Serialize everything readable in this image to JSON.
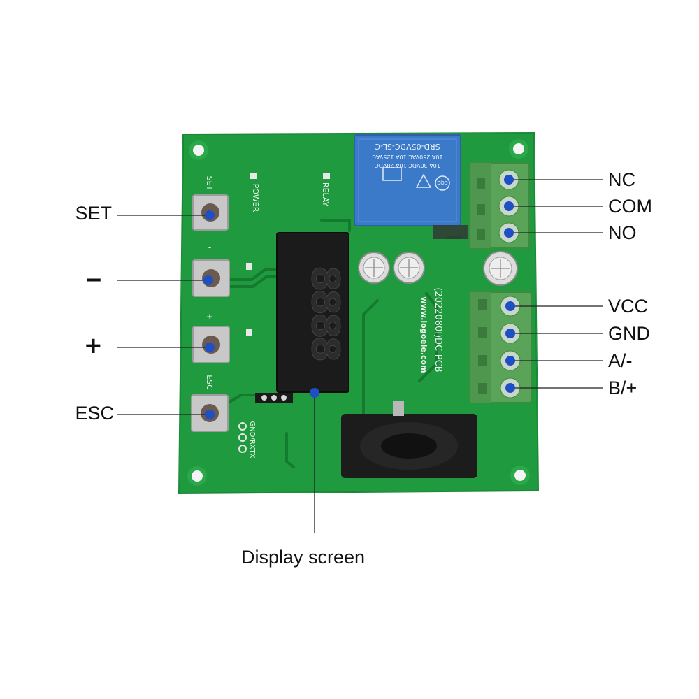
{
  "colors": {
    "pcb_green": "#1f9a3f",
    "pcb_dark": "#157a2f",
    "marker_blue": "#1e4fc4",
    "relay_blue": "#3b79c9",
    "terminal_green": "#5aa45a",
    "display_bg": "#1b1b1b",
    "segment_off": "#2c2c2c"
  },
  "callouts": {
    "left": {
      "set": "SET",
      "minus": "–",
      "plus": "+",
      "esc": "ESC"
    },
    "right": {
      "nc": "NC",
      "com": "COM",
      "no": "NO",
      "vcc": "VCC",
      "gnd": "GND",
      "a_minus": "A/-",
      "b_plus": "B/+"
    },
    "bottom": {
      "display_screen": "Display screen"
    }
  },
  "silkscreen": {
    "set": "SET",
    "minus": "-",
    "plus": "+",
    "esc": "ESC",
    "power": "POWER",
    "relay": "RELAY",
    "pcb_id": "(2022080l)DC-PCB",
    "website": "www.logoele.com",
    "gnd_rxtx": "GND/RXTX",
    "relay_model": "SRD-05VDC-SL-C",
    "relay_line1": "10A 250VAC 10A 125VAC",
    "relay_line2": "10A 30VDC 10A 28VDC",
    "relay_cqc": "CQC"
  },
  "display": {
    "digits": "8888"
  }
}
